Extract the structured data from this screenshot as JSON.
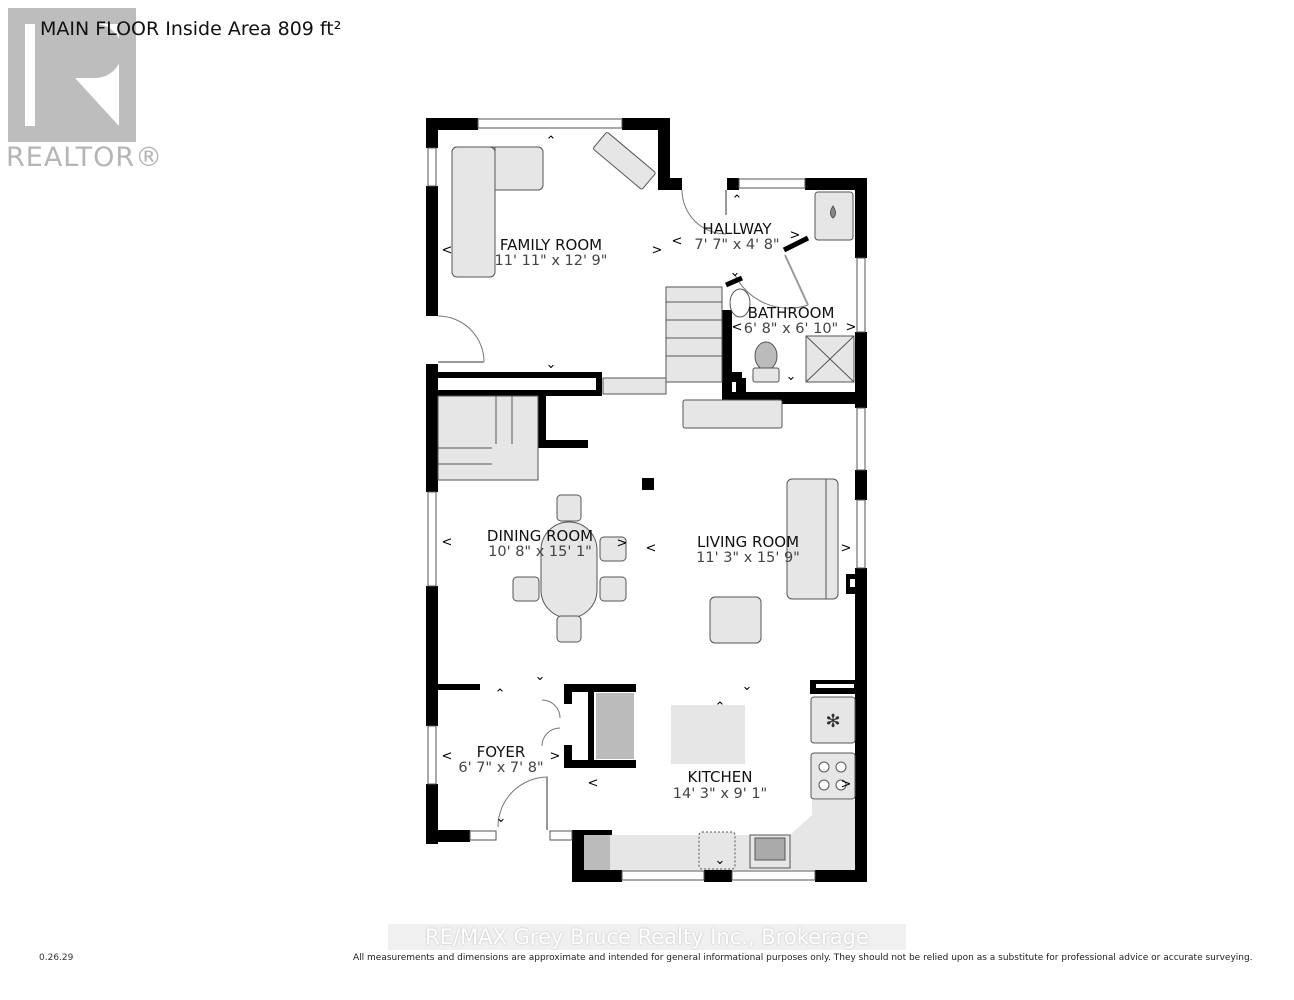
{
  "header": {
    "title": "MAIN FLOOR Inside Area 809 ft²"
  },
  "logo": {
    "text": "REALTOR®",
    "icon": "realtor-r-logo"
  },
  "rooms": [
    {
      "name": "FAMILY ROOM",
      "dimensions": "11' 11\" x 12' 9\""
    },
    {
      "name": "HALLWAY",
      "dimensions": "7' 7\" x 4' 8\""
    },
    {
      "name": "BATHROOM",
      "dimensions": "6' 8\" x 6' 10\""
    },
    {
      "name": "DINING ROOM",
      "dimensions": "10' 8\" x 15' 1\""
    },
    {
      "name": "LIVING ROOM",
      "dimensions": "11' 3\" x 15' 9\""
    },
    {
      "name": "FOYER",
      "dimensions": "6' 7\" x 7' 8\""
    },
    {
      "name": "KITCHEN",
      "dimensions": "14' 3\" x 9' 1\""
    }
  ],
  "fixtures": {
    "water_heater_icon": "water-drop-icon",
    "fridge_icon": "snowflake-icon",
    "stove_icon": "stove-burners-icon",
    "sink_icon": "sink-icon",
    "toilet_icon": "toilet-icon",
    "shower_icon": "shower-icon"
  },
  "colors": {
    "wall": "#000000",
    "furniture_fill": "#e6e6e6",
    "furniture_stroke": "#555555",
    "logo_gray": "#bdbdbd"
  },
  "footer": {
    "watermark": "RE/MAX Grey Bruce Realty Inc., Brokerage",
    "version": "0.26.29",
    "disclaimer": "All measurements and dimensions are approximate and intended for general informational purposes only. They should not be relied upon as a substitute for professional advice or accurate surveying."
  }
}
